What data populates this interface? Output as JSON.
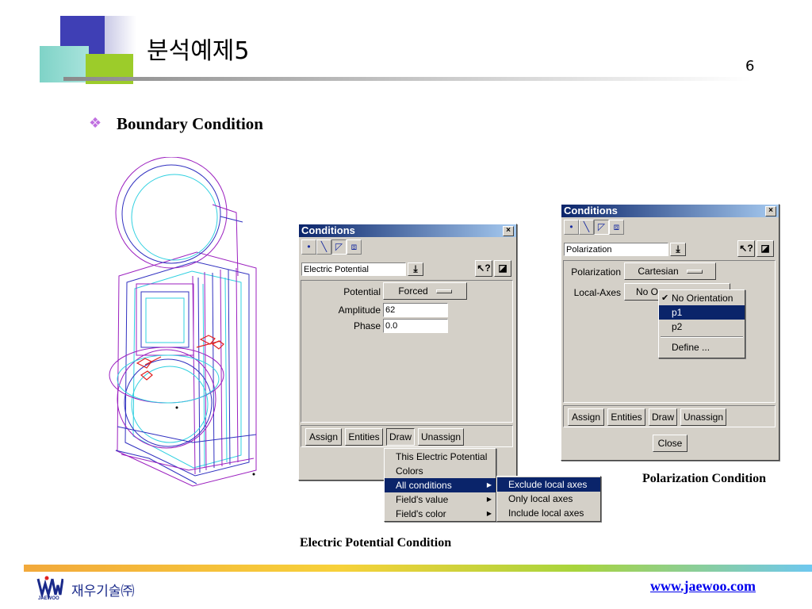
{
  "slide": {
    "title": "분석예제5",
    "page_number": "6",
    "bullet": "Boundary Condition"
  },
  "dialog_ep": {
    "title": "Conditions",
    "combo_value": "Electric Potential",
    "potential_label": "Potential",
    "potential_value": "Forced",
    "amplitude_label": "Amplitude",
    "amplitude_value": "62",
    "phase_label": "Phase",
    "phase_value": "0.0",
    "buttons": {
      "assign": "Assign",
      "entities": "Entities",
      "draw": "Draw",
      "unassign": "Unassign"
    },
    "draw_menu": [
      "This Electric Potential",
      "Colors",
      "All conditions",
      "Field's value",
      "Field's color"
    ],
    "submenu": [
      "Exclude local axes",
      "Only local axes",
      "Include local axes"
    ],
    "caption": "Electric Potential Condition"
  },
  "dialog_pol": {
    "title": "Conditions",
    "combo_value": "Polarization",
    "polarization_label": "Polarization",
    "polarization_value": "Cartesian",
    "local_axes_label": "Local-Axes",
    "local_axes_value": "No Or",
    "menu": [
      "No Orientation",
      "p1",
      "p2",
      "Define ..."
    ],
    "buttons": {
      "assign": "Assign",
      "entities": "Entities",
      "draw": "Draw",
      "unassign": "Unassign",
      "close": "Close"
    },
    "caption": "Polarization Condition"
  },
  "footer": {
    "company": "재우기술㈜",
    "logo_text": "JAEWOO",
    "website": "www.jaewoo.com"
  },
  "colors": {
    "title_bar": "#0a246a",
    "menu_selected": "#0a246a",
    "model_purple": "#9b1fbf",
    "model_cyan": "#2fd0e0",
    "model_blue": "#3030c0",
    "model_red": "#e02020"
  }
}
